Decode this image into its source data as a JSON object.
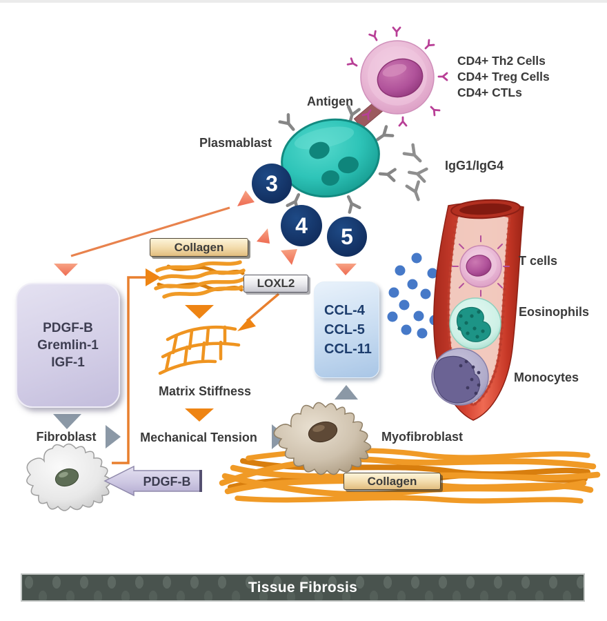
{
  "palette": {
    "ink": "#3a3a3a",
    "navy_circle": "#17386b",
    "teal_cell": "#2ec4b8",
    "pink_cell": "#e5aed0",
    "lavender_box": "#d2cde6",
    "light_blue_box": "#c8dcf1",
    "orange": "#ee8413",
    "salmon": "#f58d6b",
    "gray_arrow": "#8b98a6",
    "vessel_red": "#c8392b",
    "dot_blue": "#4679c8",
    "banner_bg": "#49534e",
    "collagen_tan": "#f3ddae"
  },
  "top": {
    "cd4_line1": "CD4+ Th2 Cells",
    "cd4_line2": "CD4+ Treg Cells",
    "cd4_line3": "CD4+ CTLs",
    "antigen": "Antigen",
    "plasmablast": "Plasmablast",
    "igg": "IgG1/IgG4"
  },
  "steps": {
    "s3": "3",
    "s4": "4",
    "s5": "5"
  },
  "mid": {
    "collagen_top": "Collagen",
    "loxl2": "LOXL2",
    "factor1": "PDGF-B",
    "factor2": "Gremlin-1",
    "factor3": "IGF-1",
    "ccl1": "CCL-4",
    "ccl2": "CCL-5",
    "ccl3": "CCL-11",
    "matrix_stiffness": "Matrix Stiffness",
    "mechanical_tension": "Mechanical Tension"
  },
  "vessel": {
    "t_cells": "T cells",
    "eosinophils": "Eosinophils",
    "monocytes": "Monocytes"
  },
  "bottom": {
    "fibroblast": "Fibroblast",
    "myofibroblast": "Myofibroblast",
    "pdgfb": "PDGF-B",
    "collagen_bottom": "Collagen",
    "banner": "Tissue Fibrosis"
  }
}
